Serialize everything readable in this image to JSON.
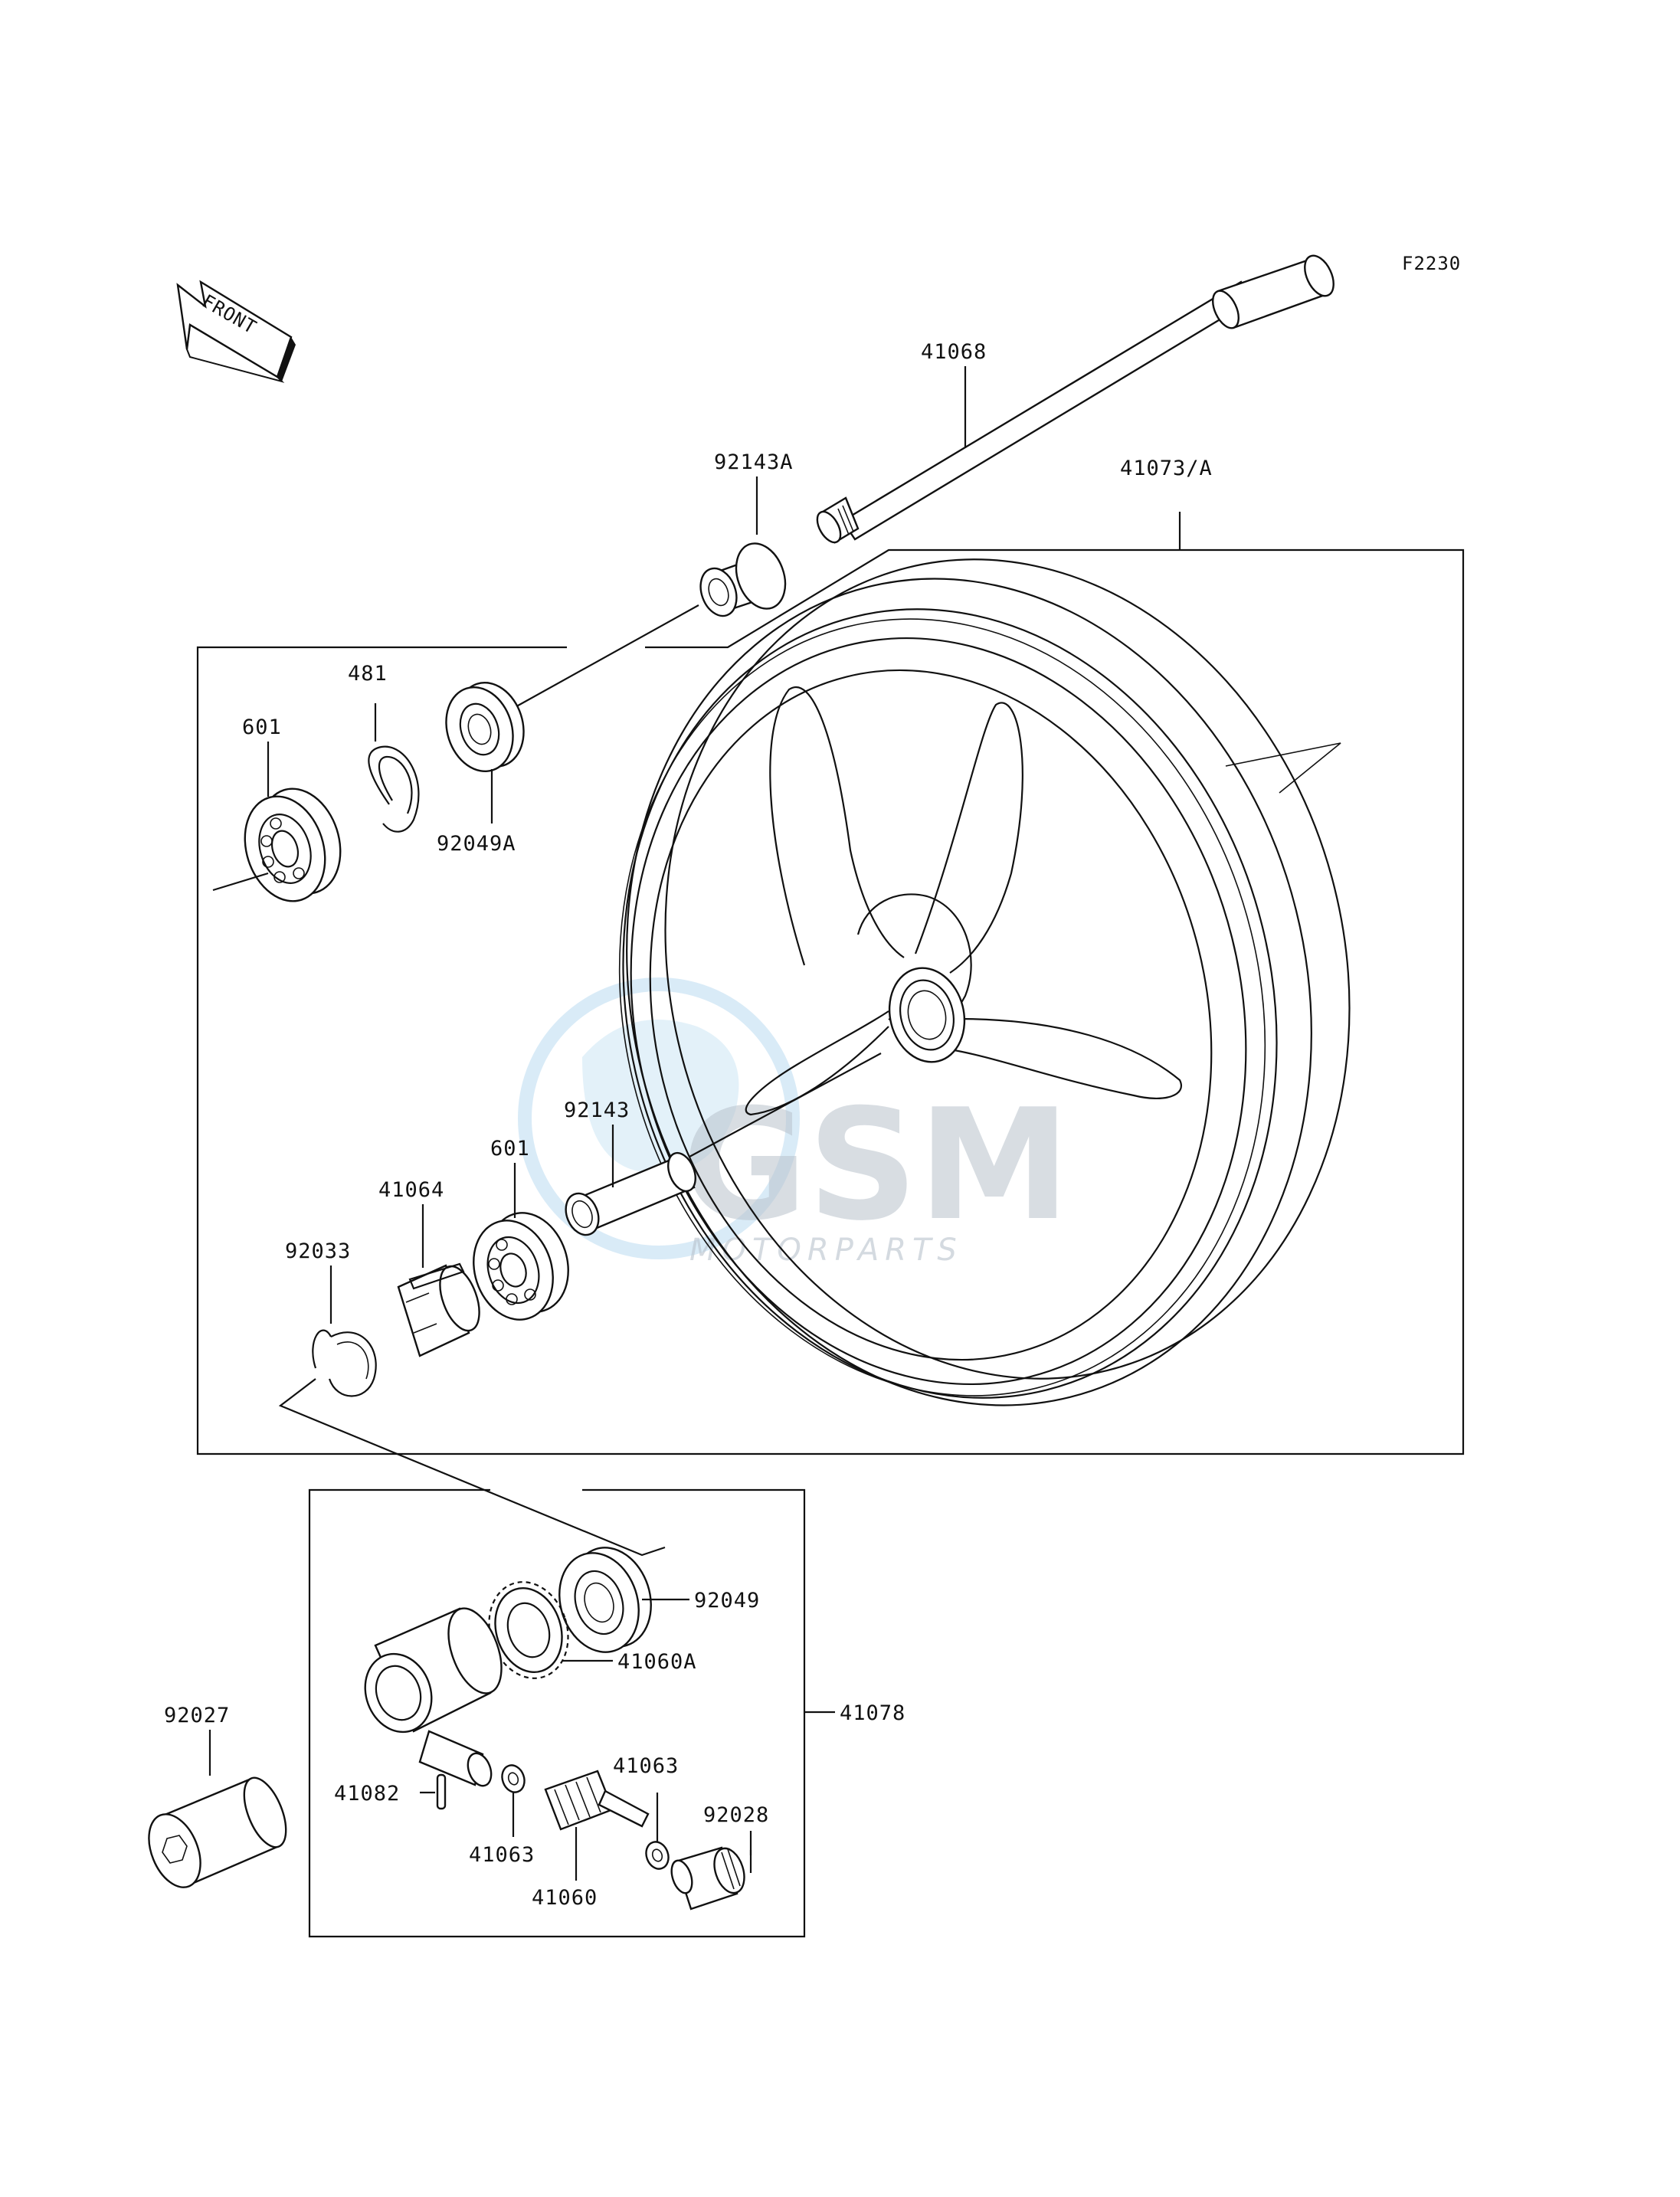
{
  "diagram_code": "F2230",
  "front_arrow_text": "FRONT",
  "watermark": {
    "brand": "GSM",
    "sub": "MOTORPARTS"
  },
  "callouts": {
    "p41068": "41068",
    "p92143A": "92143A",
    "p41073A": "41073/A",
    "p481": "481",
    "p601a": "601",
    "p92049A": "92049A",
    "p92143": "92143",
    "p601b": "601",
    "p41064": "41064",
    "p92033": "92033",
    "p92049": "92049",
    "p41060A": "41060A",
    "p41078": "41078",
    "p92027": "92027",
    "p41082": "41082",
    "p41063a": "41063",
    "p41063b": "41063",
    "p92028": "92028",
    "p41060": "41060"
  }
}
